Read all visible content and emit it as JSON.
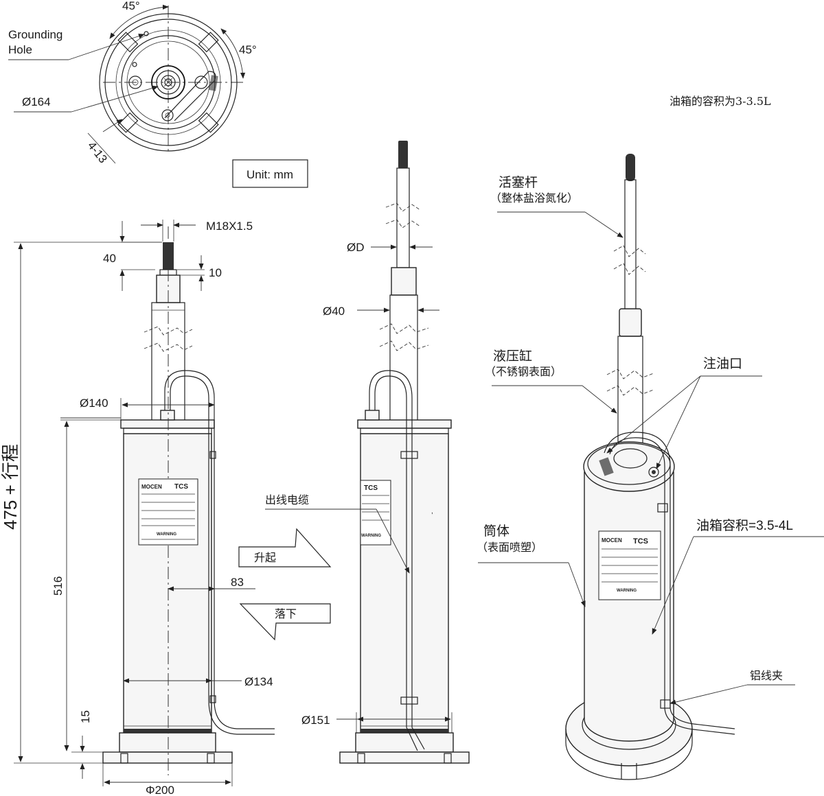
{
  "top_view": {
    "angle_top": "45°",
    "angle_right": "45°",
    "grounding_hole": [
      "Grounding",
      "Hole"
    ],
    "diameter": "Ø164",
    "holes": "4-13"
  },
  "unit_label": "Unit: mm",
  "capacity_note": "油箱的容积为3-3.5L",
  "left_view": {
    "thread": "M18X1.5",
    "dim_40": "40",
    "dim_10": "10",
    "total_length": "475 + 行程",
    "dim_516": "516",
    "dim_15": "15",
    "dia_140": "Ø140",
    "dim_83": "83",
    "dia_134": "Ø134",
    "dia_200": "Φ200"
  },
  "middle_view": {
    "dia_d": "ØD",
    "dia_40": "Ø40",
    "cable_label": "出线电缆",
    "dia_151": "Ø151",
    "raise": "升起",
    "lower": "落下"
  },
  "right_view": {
    "piston_rod": "活塞杆",
    "piston_rod_note": "（整体盐浴氮化）",
    "cylinder": "液压缸",
    "cylinder_note": "（不锈钢表面）",
    "oil_port": "注油口",
    "tank_volume": "油箱容积=3.5-4L",
    "housing": "筒体",
    "housing_note": "（表面喷塑）",
    "clamp": "铝线夹"
  },
  "nameplate": {
    "brand": "MOCEN",
    "model": "TCS",
    "warning": "WARNING"
  }
}
